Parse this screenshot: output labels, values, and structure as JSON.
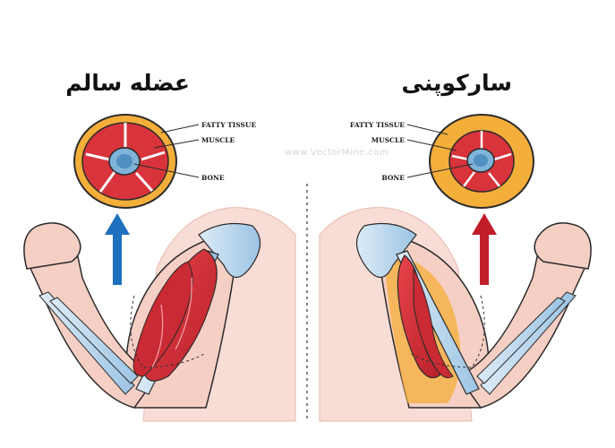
{
  "titles": {
    "left": "عضله سالم",
    "right": "سارکوپنی"
  },
  "labels": {
    "fatty_tissue": "FATTY TISSUE",
    "muscle": "MUSCLE",
    "bone": "BONE"
  },
  "watermark": "www.VectorMine.com",
  "colors": {
    "fat": "#f4ae3a",
    "muscle": "#d9333c",
    "bone": "#7fb3d8",
    "arrow_healthy": "#1f6fbf",
    "arrow_sarcopenia": "#c21e2a",
    "skin": "#f6cfc4",
    "outline": "#2b2b2b"
  },
  "icons": {
    "healthy_arrow": "arrow-up-icon",
    "sarcopenia_arrow": "arrow-up-icon"
  }
}
